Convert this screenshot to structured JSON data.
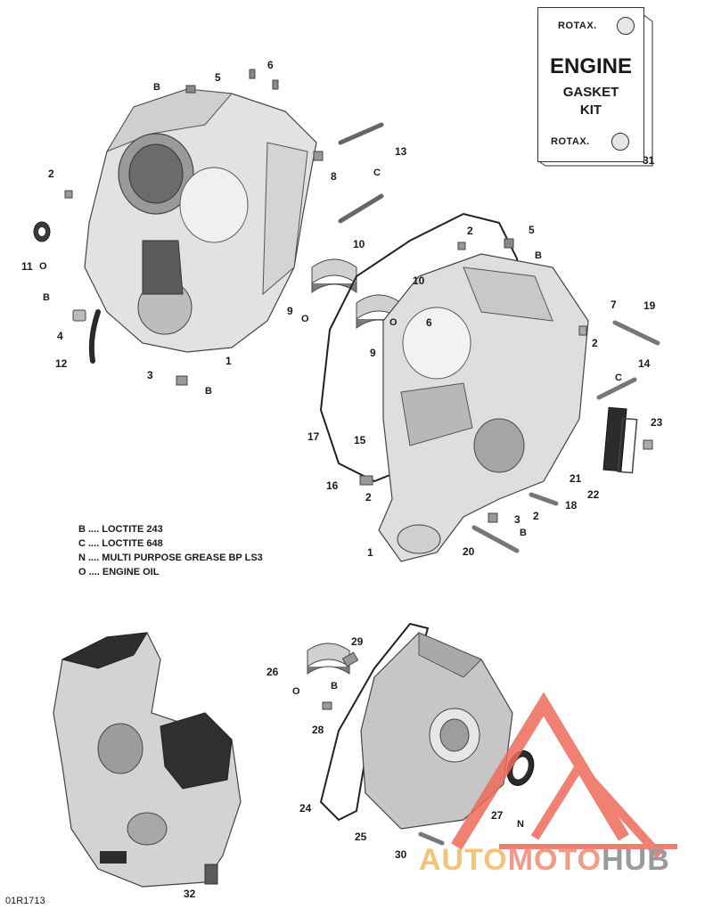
{
  "diagram_ref": "01R1713",
  "kit_label": {
    "brand_top": "ROTAX.",
    "line1": "ENGINE",
    "line2": "GASKET",
    "line3": "KIT",
    "brand_bottom": "ROTAX."
  },
  "legend": [
    {
      "code": "B",
      "text": "B .... LOCTITE 243"
    },
    {
      "code": "C",
      "text": "C .... LOCTITE 648"
    },
    {
      "code": "N",
      "text": "N .... MULTI PURPOSE GREASE BP LS3"
    },
    {
      "code": "O",
      "text": "O .... ENGINE OIL"
    }
  ],
  "callouts": [
    "1",
    "2",
    "3",
    "4",
    "5",
    "6",
    "7",
    "8",
    "9",
    "10",
    "11",
    "12",
    "13",
    "14",
    "15",
    "16",
    "17",
    "18",
    "19",
    "20",
    "21",
    "22",
    "23",
    "24",
    "25",
    "26",
    "27",
    "28",
    "29",
    "30",
    "31",
    "32"
  ],
  "drop_codes": [
    "B",
    "C",
    "N",
    "O"
  ],
  "watermark": {
    "part1": "AUTO",
    "part2": "MOTO",
    "part3": "HUB"
  },
  "colors": {
    "part_light": "#e4e4e4",
    "part_mid": "#bdbdbd",
    "part_dark": "#7a7a7a",
    "part_black": "#2c2c2c",
    "watermark_red": "#ee6c5a",
    "watermark_yellow": "#f4c27a",
    "watermark_gray": "#9a9a9a"
  }
}
